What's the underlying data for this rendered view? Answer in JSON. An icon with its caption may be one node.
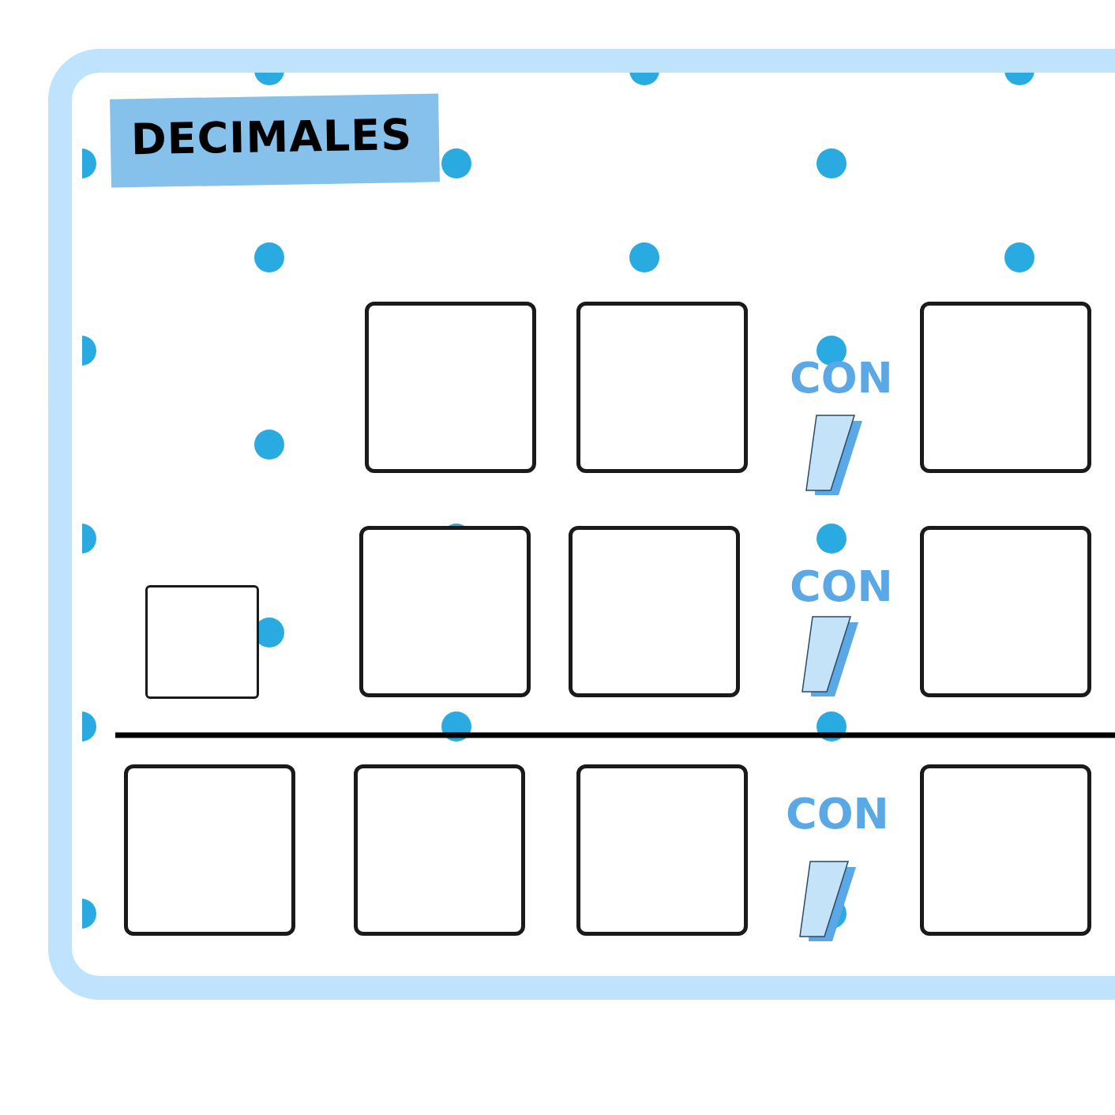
{
  "diagram": {
    "title": "DECIMALES",
    "nodes": [
      {
        "text": [],
        "shape": "box"
      },
      {
        "text": [],
        "shape": "box"
      },
      {
        "text": [],
        "shape": "box"
      },
      {
        "text": [],
        "shape": "box"
      },
      {
        "text": [],
        "shape": "box"
      },
      {
        "text": [],
        "shape": "box"
      },
      {
        "text": [],
        "shape": "box"
      },
      {
        "text": [],
        "shape": "box"
      },
      {
        "text": [],
        "shape": "box"
      },
      {
        "text": [],
        "shape": "box"
      },
      {
        "text": [],
        "shape": "box"
      }
    ],
    "labels": [
      "CON",
      "CON",
      "CON"
    ]
  }
}
